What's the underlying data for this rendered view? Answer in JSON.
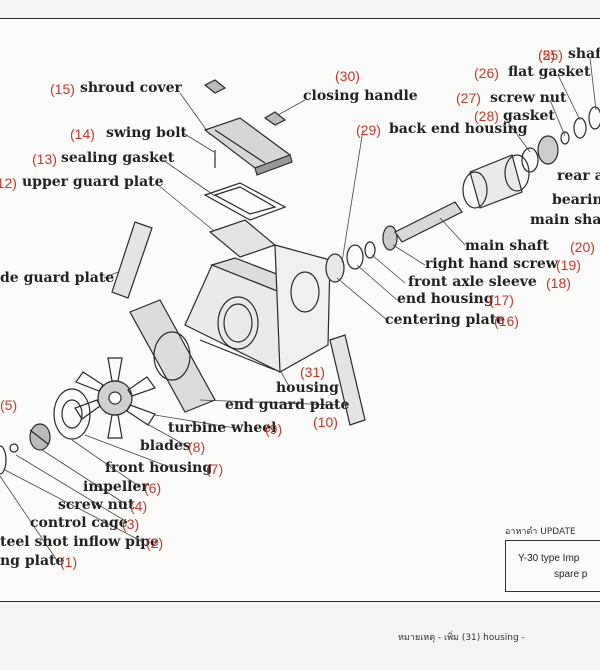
{
  "parts": [
    {
      "num": "(1)",
      "name": "ng  plate"
    },
    {
      "num": "(2)",
      "name": "teel shot inflow pipe"
    },
    {
      "num": "(3)",
      "name": "control cage"
    },
    {
      "num": "(4)",
      "name": "screw nut"
    },
    {
      "num": "(5)",
      "name": ""
    },
    {
      "num": "(6)",
      "name": "impeller"
    },
    {
      "num": "(7)",
      "name": "front housing"
    },
    {
      "num": "(8)",
      "name": "blades"
    },
    {
      "num": "(9)",
      "name": "turbine wheel"
    },
    {
      "num": "(10)",
      "name": "end guard plate"
    },
    {
      "num": "(31)",
      "name": "housing"
    },
    {
      "num": "(12)",
      "name": "upper guard plate"
    },
    {
      "num": "(13)",
      "name": "sealing gasket"
    },
    {
      "num": "(14)",
      "name": "swing bolt"
    },
    {
      "num": "(15)",
      "name": "shroud cover"
    },
    {
      "num": "(30)",
      "name": "closing handle"
    },
    {
      "num": "(29)",
      "name": "back end housing"
    },
    {
      "num": "(28)",
      "name": "gasket"
    },
    {
      "num": "(27)",
      "name": "screw nut"
    },
    {
      "num": "(26)",
      "name": "flat gasket"
    },
    {
      "num": "(25)",
      "name": "shaf"
    },
    {
      "num": "",
      "name": "rear a"
    },
    {
      "num": "",
      "name": "bearing"
    },
    {
      "num": "",
      "name": "main shaf"
    },
    {
      "num": "(20)",
      "name": ""
    },
    {
      "num": "",
      "name": "main shaft"
    },
    {
      "num": "(19)",
      "name": "right hand screw"
    },
    {
      "num": "(18)",
      "name": "front axle sleeve"
    },
    {
      "num": "(17)",
      "name": "end housing"
    },
    {
      "num": "(16)",
      "name": "centering plate"
    },
    {
      "num": "",
      "name": "de guard plate"
    }
  ],
  "title_box": {
    "line1": "Y-30 type Imp",
    "line2": "spare p"
  },
  "handwriting": {
    "note_right": "อาหาดำ  UPDATE",
    "note_bottom": "หมายเหตุ - เพิ่ม (31) housing -"
  },
  "colors": {
    "label_text": "#222222",
    "part_number": "#c0392b",
    "line_art": "#2a2a2a"
  }
}
